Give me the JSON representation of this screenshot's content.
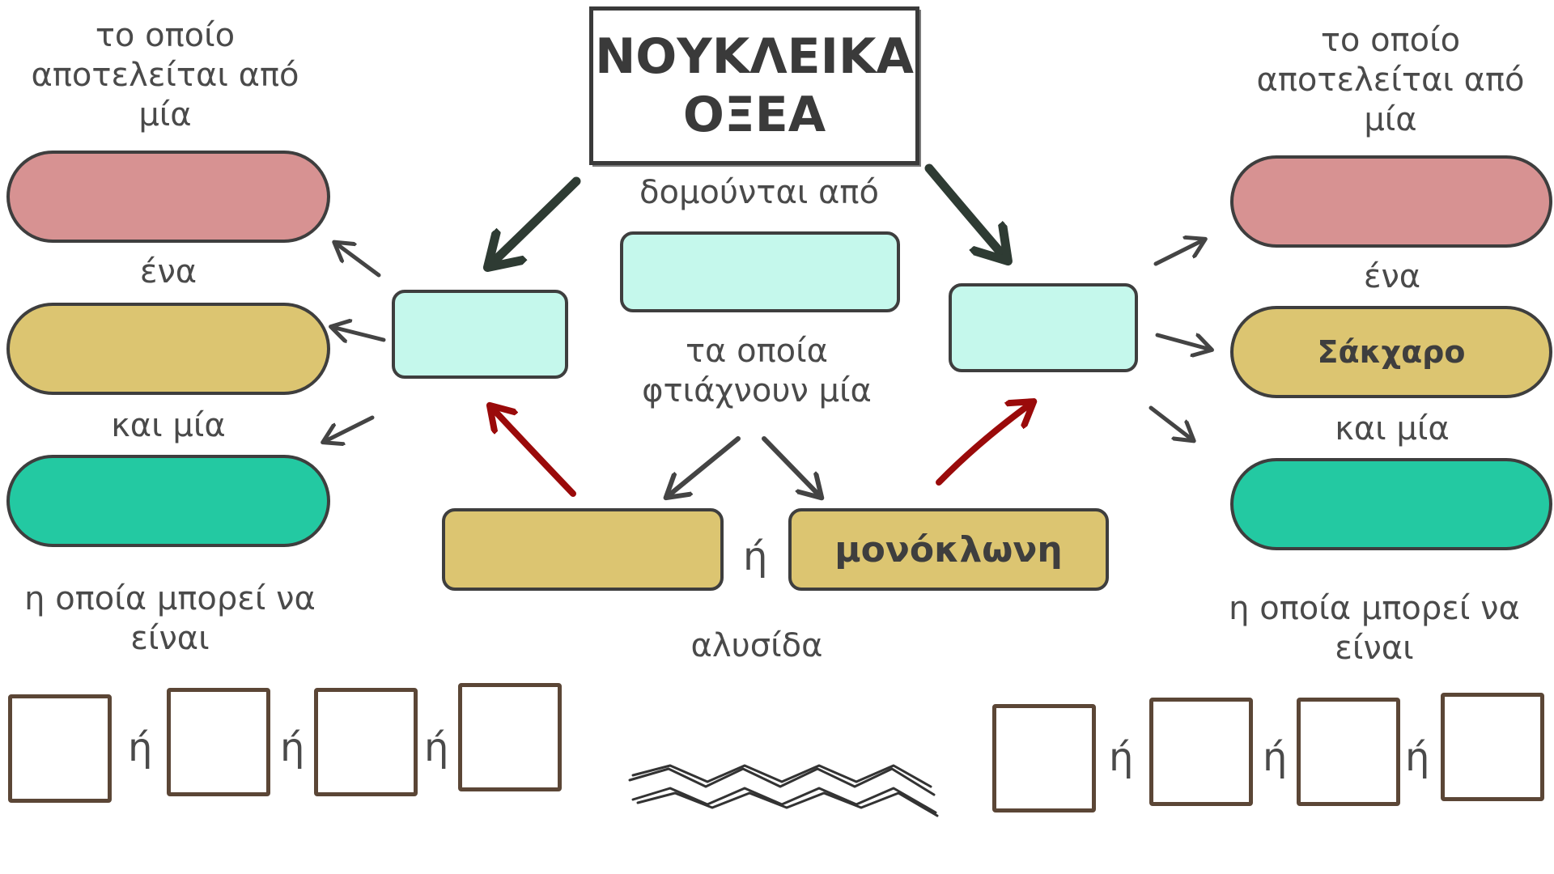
{
  "title": "ΝΟΥΚΛΕΙΚΑ\nΟΞΕΑ",
  "center": {
    "built_from": "δομούνται από",
    "which_make": "τα οποία\nφτιάχνουν μία",
    "or": "ή",
    "strand_right": "μονόκλωνη",
    "chain": "αλυσίδα"
  },
  "left": {
    "heading": "το οποίο\nαποτελείται από\nμία",
    "one": "ένα",
    "and_one": "και μία",
    "may_be": "η οποία μπορεί να\nείναι",
    "or": "ή"
  },
  "right": {
    "heading": "το οποίο\nαποτελείται από\nμία",
    "one": "ένα",
    "sugar": "Σάκχαρο",
    "and_one": "και μία",
    "may_be": "η οποία μπορεί να\nείναι",
    "or": "ή"
  },
  "colors": {
    "pink": "#d79292",
    "gold": "#dcc571",
    "teal": "#23c9a2",
    "mint": "#c5f8ec",
    "dark_arrow": "#2e3b33",
    "red_arrow": "#9a0a0a",
    "square_border": "#5b4636"
  }
}
